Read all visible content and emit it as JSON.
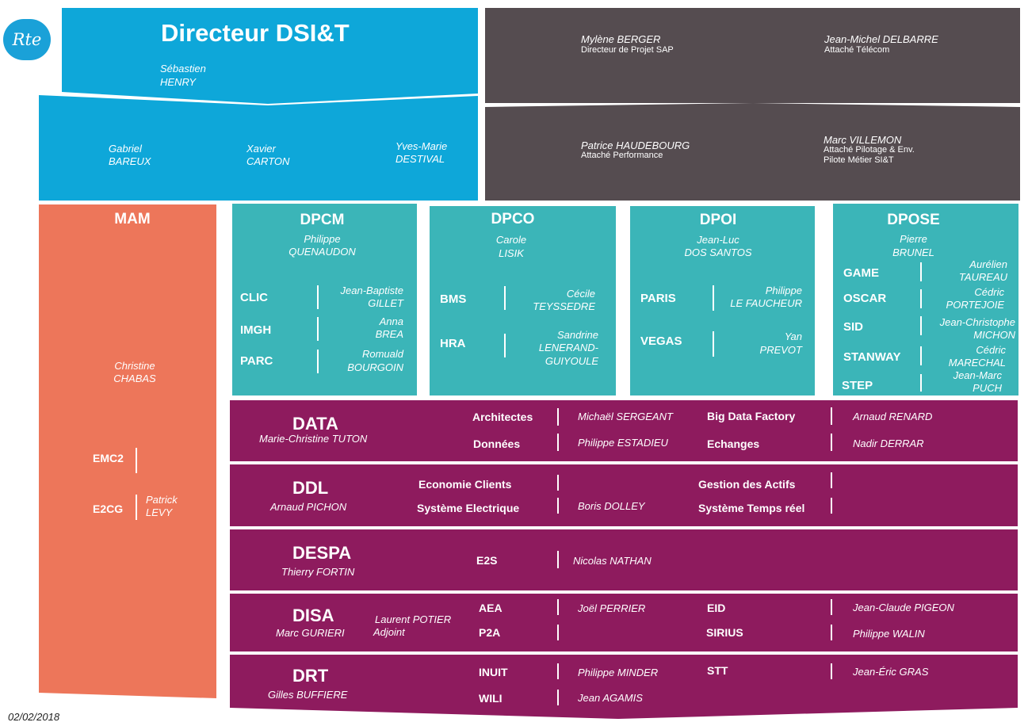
{
  "logo": {
    "text": "Rte",
    "color": "#1aa1d8"
  },
  "colors": {
    "blue": "#0ea7d9",
    "dark": "#554c50",
    "orange": "#ed765a",
    "teal": "#3bb5b8",
    "purple": "#8e1b5e"
  },
  "director": {
    "title": "Directeur DSI&T",
    "name_line1": "Sébastien",
    "name_line2": "HENRY"
  },
  "deputies": [
    {
      "line1": "Gabriel",
      "line2": "BAREUX"
    },
    {
      "line1": "Xavier",
      "line2": "CARTON"
    },
    {
      "line1": "Yves-Marie",
      "line2": "DESTIVAL"
    }
  ],
  "staff_top": [
    {
      "name": "Mylène BERGER",
      "role": "Directeur de Projet SAP"
    },
    {
      "name": "Jean-Michel DELBARRE",
      "role": "Attaché Télécom"
    }
  ],
  "staff_bottom": [
    {
      "name": "Patrice HAUDEBOURG",
      "role": "Attaché Performance"
    },
    {
      "name": "Marc VILLEMON",
      "role": "Attaché Pilotage & Env.",
      "role2": "Pilote Métier SI&T"
    }
  ],
  "mam": {
    "title": "MAM",
    "name_line1": "Christine",
    "name_line2": "CHABAS",
    "units": [
      {
        "code": "EMC2",
        "l1": "",
        "l2": ""
      },
      {
        "code": "E2CG",
        "l1": "Patrick",
        "l2": "LEVY"
      }
    ]
  },
  "dpcm": {
    "title": "DPCM",
    "name_line1": "Philippe",
    "name_line2": "QUENAUDON",
    "units": [
      {
        "code": "CLIC",
        "l1": "Jean-Baptiste",
        "l2": "GILLET"
      },
      {
        "code": "IMGH",
        "l1": "Anna",
        "l2": "BREA"
      },
      {
        "code": "PARC",
        "l1": "Romuald",
        "l2": "BOURGOIN"
      }
    ]
  },
  "dpco": {
    "title": "DPCO",
    "name_line1": "Carole",
    "name_line2": "LISIK",
    "units": [
      {
        "code": "BMS",
        "l1": "Cécile",
        "l2": "TEYSSEDRE",
        "l3": ""
      },
      {
        "code": "HRA",
        "l1": "Sandrine",
        "l2": "LENERAND-",
        "l3": "GUIYOULE"
      }
    ]
  },
  "dpoi": {
    "title": "DPOI",
    "name_line1": "Jean-Luc",
    "name_line2": "DOS SANTOS",
    "units": [
      {
        "code": "PARIS",
        "l1": "Philippe",
        "l2": "LE FAUCHEUR"
      },
      {
        "code": "VEGAS",
        "l1": "Yan",
        "l2": "PREVOT"
      }
    ]
  },
  "dpose": {
    "title": "DPOSE",
    "name_line1": "Pierre",
    "name_line2": "BRUNEL",
    "units": [
      {
        "code": "GAME",
        "l1": "Aurélien",
        "l2": "TAUREAU"
      },
      {
        "code": "OSCAR",
        "l1": "Cédric",
        "l2": "PORTEJOIE"
      },
      {
        "code": "SID",
        "l1": "Jean-Christophe",
        "l2": "MICHON"
      },
      {
        "code": "STANWAY",
        "l1": "Cédric",
        "l2": "MARECHAL"
      },
      {
        "code": "STEP",
        "l1": "Jean-Marc",
        "l2": "PUCH"
      }
    ]
  },
  "data": {
    "title": "DATA",
    "head": "Marie-Christine TUTON",
    "rows": [
      {
        "a": "Architectes",
        "an": "Michaël SERGEANT",
        "b": "Big Data Factory",
        "bn": "Arnaud RENARD"
      },
      {
        "a": "Données",
        "an": "Philippe ESTADIEU",
        "b": "Echanges",
        "bn": "Nadir DERRAR"
      }
    ]
  },
  "ddl": {
    "title": "DDL",
    "head": "Arnaud PICHON",
    "rows": [
      {
        "a": "Economie Clients",
        "an": "",
        "b": "Gestion des Actifs",
        "bn": ""
      },
      {
        "a": "Système Electrique",
        "an": "Boris DOLLEY",
        "b": "Système Temps réel",
        "bn": ""
      }
    ]
  },
  "despa": {
    "title": "DESPA",
    "head": "Thierry FORTIN",
    "rows": [
      {
        "a": "E2S",
        "an": "Nicolas NATHAN"
      }
    ]
  },
  "disa": {
    "title": "DISA",
    "head": "Marc GURIERI",
    "adj1": "Laurent POTIER",
    "adj2": "Adjoint",
    "rows": [
      {
        "a": "AEA",
        "an": "Joël PERRIER",
        "b": "EID",
        "bn": "Jean-Claude PIGEON"
      },
      {
        "a": "P2A",
        "an": "",
        "b": "SIRIUS",
        "bn": "Philippe WALIN"
      }
    ]
  },
  "drt": {
    "title": "DRT",
    "head": "Gilles BUFFIERE",
    "rows": [
      {
        "a": "INUIT",
        "an": "Philippe MINDER",
        "b": "STT",
        "bn": "Jean-Éric GRAS"
      },
      {
        "a": "WILI",
        "an": "Jean AGAMIS",
        "b": "",
        "bn": ""
      }
    ]
  },
  "footer": {
    "date": "02/02/2018"
  }
}
